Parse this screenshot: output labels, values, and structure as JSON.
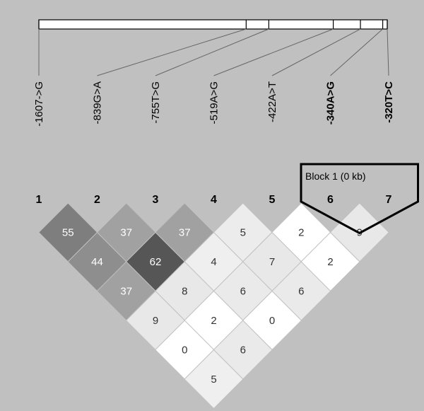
{
  "colors": {
    "background": "#c0c0c0",
    "ruler_fill": "#ffffff",
    "line": "#000000",
    "connector": "#666666",
    "block_outline": "#000000"
  },
  "markers": [
    {
      "index": "1",
      "name": "-1607->G",
      "bold": false,
      "position_fraction": 0.0
    },
    {
      "index": "2",
      "name": "-839G>A",
      "bold": false,
      "position_fraction": 0.595
    },
    {
      "index": "3",
      "name": "-755T>G",
      "bold": false,
      "position_fraction": 0.66
    },
    {
      "index": "4",
      "name": "-519A>G",
      "bold": false,
      "position_fraction": 0.845
    },
    {
      "index": "5",
      "name": "-422A>T",
      "bold": false,
      "position_fraction": 0.923
    },
    {
      "index": "6",
      "name": "-340A>G",
      "bold": true,
      "position_fraction": 0.987
    },
    {
      "index": "7",
      "name": "-320T>C",
      "bold": true,
      "position_fraction": 1.0
    }
  ],
  "block": {
    "label": "Block 1 (0 kb)",
    "markers": [
      6,
      7
    ]
  },
  "ld_matrix": [
    {
      "i": 1,
      "j": 2,
      "value": "55",
      "shade": 0.55
    },
    {
      "i": 2,
      "j": 3,
      "value": "37",
      "shade": 0.4
    },
    {
      "i": 3,
      "j": 4,
      "value": "37",
      "shade": 0.4
    },
    {
      "i": 4,
      "j": 5,
      "value": "5",
      "shade": 0.08
    },
    {
      "i": 5,
      "j": 6,
      "value": "2",
      "shade": 0.0
    },
    {
      "i": 6,
      "j": 7,
      "value": "9",
      "shade": 0.1
    },
    {
      "i": 1,
      "j": 3,
      "value": "44",
      "shade": 0.48
    },
    {
      "i": 2,
      "j": 4,
      "value": "62",
      "shade": 0.72
    },
    {
      "i": 3,
      "j": 5,
      "value": "4",
      "shade": 0.07
    },
    {
      "i": 4,
      "j": 6,
      "value": "7",
      "shade": 0.1
    },
    {
      "i": 5,
      "j": 7,
      "value": "2",
      "shade": 0.0
    },
    {
      "i": 1,
      "j": 4,
      "value": "37",
      "shade": 0.4
    },
    {
      "i": 2,
      "j": 5,
      "value": "8",
      "shade": 0.1
    },
    {
      "i": 3,
      "j": 6,
      "value": "6",
      "shade": 0.09
    },
    {
      "i": 4,
      "j": 7,
      "value": "6",
      "shade": 0.09
    },
    {
      "i": 1,
      "j": 5,
      "value": "9",
      "shade": 0.1
    },
    {
      "i": 2,
      "j": 6,
      "value": "2",
      "shade": 0.0
    },
    {
      "i": 3,
      "j": 7,
      "value": "0",
      "shade": 0.0
    },
    {
      "i": 1,
      "j": 6,
      "value": "0",
      "shade": 0.0
    },
    {
      "i": 2,
      "j": 7,
      "value": "6",
      "shade": 0.09
    },
    {
      "i": 1,
      "j": 7,
      "value": "5",
      "shade": 0.07
    }
  ]
}
